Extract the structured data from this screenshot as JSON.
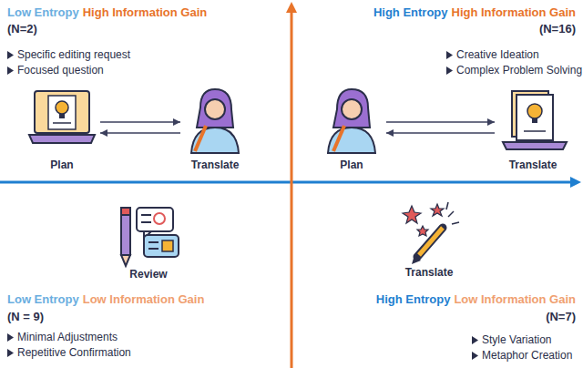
{
  "diagram": {
    "nodes": [
      {
        "text": [
          "Plan"
        ]
      },
      {
        "text": [
          "Translate"
        ]
      },
      {
        "text": [
          "Plan"
        ]
      },
      {
        "text": [
          "Translate"
        ]
      },
      {
        "text": [
          "Review"
        ]
      },
      {
        "text": [
          "Translate"
        ]
      }
    ],
    "edges": [
      {
        "from": 0,
        "to": 1,
        "arrow": "to"
      },
      {
        "from": 1,
        "to": 0,
        "arrow": "to"
      },
      {
        "from": 2,
        "to": 3,
        "arrow": "to"
      },
      {
        "from": 3,
        "to": 2,
        "arrow": "to"
      }
    ],
    "labels": [
      "Low Entropy",
      "High Information Gain",
      "(N=2)",
      "Specific editing request",
      "Focused question",
      "High Entropy",
      "High Information Gain",
      "(N=16)",
      "Creative Ideation",
      "Complex Problem Solving",
      "Low Entropy",
      "Low Information Gain",
      "(N = 9)",
      "Minimal Adjustments",
      "Repetitive Confirmation",
      "High Entropy",
      "Low Information Gain",
      "(N=7)",
      "Style Variation",
      "Metaphor Creation"
    ]
  }
}
